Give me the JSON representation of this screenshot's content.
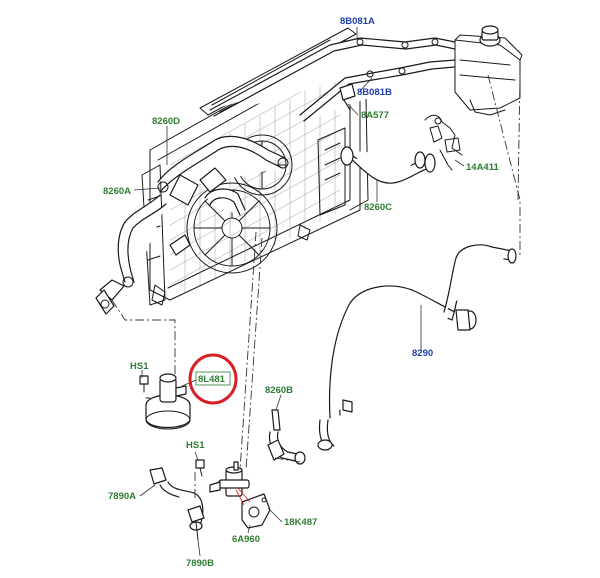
{
  "labels": {
    "8B081A": "8B081A",
    "8B081B": "8B081B",
    "8A577": "8A577",
    "8260D": "8260D",
    "8260A": "8260A",
    "8260C": "8260C",
    "14A411": "14A411",
    "8290": "8290",
    "HS1_upper": "HS1",
    "HS1_lower": "HS1",
    "8L481": "8L481",
    "8260B": "8260B",
    "7890A": "7890A",
    "7890B": "7890B",
    "18K487": "18K487",
    "6A960": "6A960"
  },
  "colors": {
    "green_label": "#2e7d32",
    "blue_label": "#1f3fa8",
    "highlight_circle": "#d81f26",
    "line_art": "#1a1a1a"
  },
  "highlighted_part": "8L481"
}
